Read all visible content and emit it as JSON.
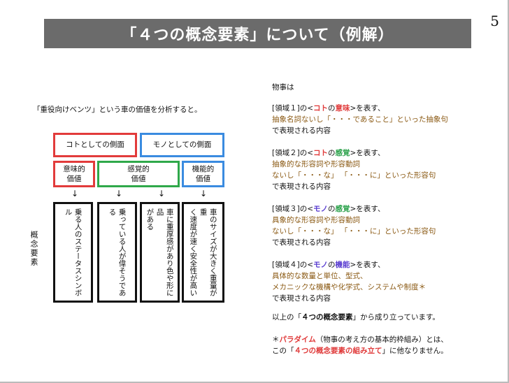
{
  "page_number": "5",
  "title": "「４つの概念要素」について（例解）",
  "intro": "「重役向けベンツ」という車の価値を分析すると。",
  "side_label": "概念要素",
  "diagram": {
    "aspect_koto": "コトとしての側面",
    "aspect_mono": "モノとしての側面",
    "val_meaning": "意味的\n価値",
    "val_sense": "感覚的\n価値",
    "val_function": "機能的\n価値",
    "arrow": "↓",
    "col1": "乗る人のステータスシンボル",
    "col2": "乗っている人が偉そうである",
    "col3": "車に重厚感があり色や形に品\nがある",
    "col4": "車のサイズが大きく重量が重\nく速度が速く安全性が高い"
  },
  "right": {
    "heading": "物事は",
    "r1": {
      "l1_a": "[領域１]の<",
      "l1_b": "コト",
      "l1_c": "の",
      "l1_d": "意味",
      "l1_e": ">を表す、",
      "l2": "抽象名詞ないし「・・・であること」といった抽象句",
      "l3": "で表現される内容"
    },
    "r2": {
      "l1_a": "[領域２]の<",
      "l1_b": "コト",
      "l1_c": "の",
      "l1_d": "感覚",
      "l1_e": ">を表す、",
      "l2": "抽象的な形容詞や形容動詞",
      "l3": "ないし「・・・な」 「・・・に」といった形容句",
      "l4": "で表現される内容"
    },
    "r3": {
      "l1_a": "[領域３]の<",
      "l1_b": "モノ",
      "l1_c": "の",
      "l1_d": "感覚",
      "l1_e": ">を表す、",
      "l2": "具象的な形容詞や形容動詞",
      "l3": "ないし「・・・な」 「・・・に」といった形容句",
      "l4": "で表現される内容"
    },
    "r4": {
      "l1_a": "[領域４]の<",
      "l1_b": "モノ",
      "l1_c": "の",
      "l1_d": "機能",
      "l1_e": ">を表す、",
      "l2": "具体的な数量と単位、型式、",
      "l3": "メカニックな機構や化学式、システムや制度＊",
      "l4": "で表現される内容"
    },
    "summary_a": "以上の「",
    "summary_b": "４つの概念要素",
    "summary_c": "」から成り立っています。",
    "note_a": "＊",
    "note_b": "パラダイム",
    "note_c": "（物事の考え方の基本的枠組み）とは、",
    "note2_a": "この「",
    "note2_b": "４つの概念要素の組み立て",
    "note2_c": "」に他なりません。"
  }
}
